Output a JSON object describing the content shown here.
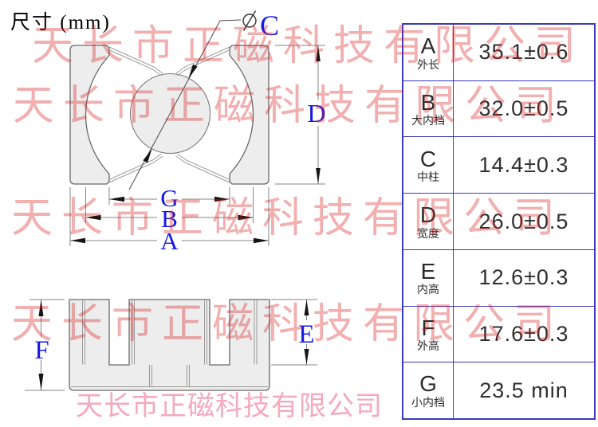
{
  "title": "尺寸 (mm)",
  "watermark": {
    "rows": [
      "天长市正磁科技有限公司",
      "天长市正磁科技有限公司",
      "天长市正磁科技有限公司",
      "天长市正磁科技有限公司"
    ],
    "bottom_text": "天长市正磁科技有限公司"
  },
  "icons": {
    "diameter_icon": "⌀"
  },
  "drawing": {
    "labels": {
      "A": "A",
      "B": "B",
      "C": "C",
      "D": "D",
      "E": "E",
      "F": "F",
      "G": "G"
    }
  },
  "table": {
    "rows": [
      {
        "letter": "A",
        "label": "外长",
        "value": "35.1±0.6"
      },
      {
        "letter": "B",
        "label": "大内档",
        "value": "32.0±0.5"
      },
      {
        "letter": "C",
        "label": "中柱",
        "value": "14.4±0.3"
      },
      {
        "letter": "D",
        "label": "宽度",
        "value": "26.0±0.5"
      },
      {
        "letter": "E",
        "label": "内高",
        "value": "12.6±0.3"
      },
      {
        "letter": "F",
        "label": "外高",
        "value": "17.6±0.3"
      },
      {
        "letter": "G",
        "label": "小内档",
        "value": "23.5 min"
      }
    ]
  },
  "colors": {
    "table_border": "#3939c4",
    "dim_label_blue": "#1717e6",
    "watermark_red": "rgba(218,25,25,0.35)",
    "watermark_pink": "#f6a9bc",
    "part_fill": "#ededed"
  }
}
